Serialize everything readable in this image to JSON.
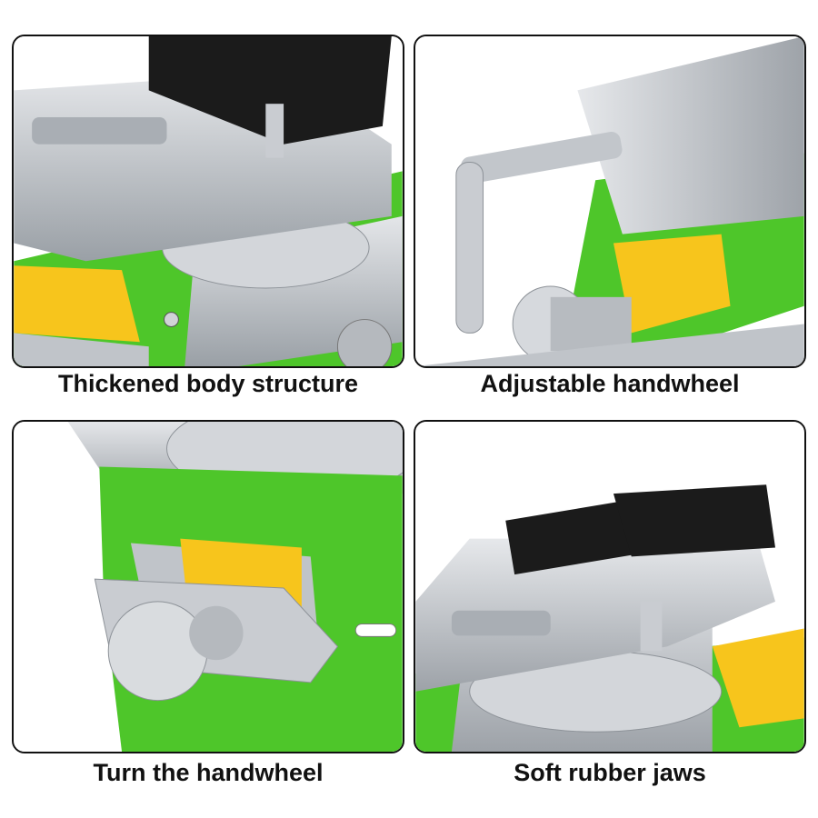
{
  "panels": [
    {
      "id": "thickened-body",
      "caption": "Thickened body structure"
    },
    {
      "id": "adjustable-handwheel",
      "caption": "Adjustable handwheel"
    },
    {
      "id": "turn-handwheel",
      "caption": "Turn the handwheel"
    },
    {
      "id": "soft-jaws",
      "caption": "Soft rubber jaws"
    }
  ],
  "colors": {
    "body_green": "#4ec62a",
    "steel": "#c9ccd1",
    "steel_dark": "#8d9298",
    "jaw_black": "#1b1b1b",
    "cover_yellow": "#f7c51c",
    "border": "#111111"
  }
}
